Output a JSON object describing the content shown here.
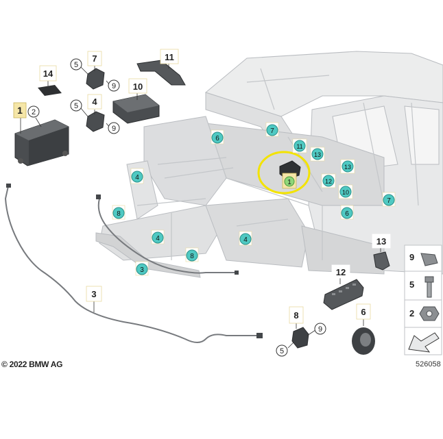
{
  "copyright": "© 2022 BMW AG",
  "figure_number": "526058",
  "colors": {
    "callout_fill": "#4fc9c2",
    "highlight_box": "#f5e6a8",
    "highlight_circle": "#f3e300",
    "body_gray": "#e2e3e4",
    "part_dark": "#3a3d40"
  },
  "callouts": {
    "c1": "1",
    "c2": "2",
    "c3": "3",
    "c4": "4",
    "c5": "5",
    "c6": "6",
    "c7": "7",
    "c8": "8",
    "c9": "9",
    "c10": "10",
    "c11": "11",
    "c12": "12",
    "c13": "13",
    "c14": "14"
  },
  "legend": {
    "r9": "9",
    "r5": "5",
    "r2": "2"
  }
}
